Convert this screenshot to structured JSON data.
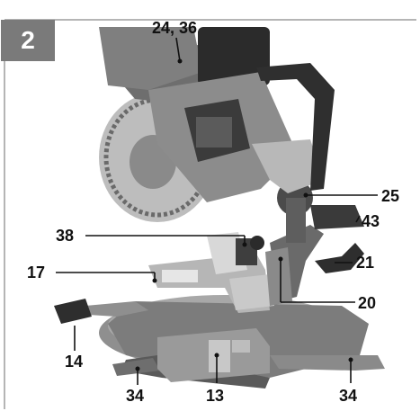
{
  "figure": {
    "number": "2"
  },
  "callouts": [
    {
      "id": "c-24-36",
      "text": "24, 36"
    },
    {
      "id": "c-25",
      "text": "25"
    },
    {
      "id": "c-43",
      "text": "43"
    },
    {
      "id": "c-38",
      "text": "38"
    },
    {
      "id": "c-21",
      "text": "21"
    },
    {
      "id": "c-17",
      "text": "17"
    },
    {
      "id": "c-20",
      "text": "20"
    },
    {
      "id": "c-14",
      "text": "14"
    },
    {
      "id": "c-34a",
      "text": "34"
    },
    {
      "id": "c-13",
      "text": "13"
    },
    {
      "id": "c-34b",
      "text": "34"
    }
  ],
  "colors": {
    "badge": "#7a7a7a",
    "machine_dark": "#3a3a3a",
    "machine_mid": "#8a8a8a",
    "machine_light": "#c9c9c9",
    "frame": "#b5b5b5"
  }
}
